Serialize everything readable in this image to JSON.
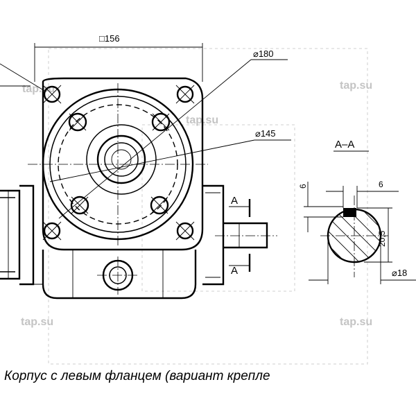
{
  "dimensions": {
    "square_width": "156",
    "flange_outer_diameter": "180",
    "flange_inner_diameter": "145",
    "key_width": "6",
    "key_depth": "6",
    "shaft_height": "20,5",
    "shaft_diameter": "18"
  },
  "labels": {
    "section_title": "А–А",
    "section_arrow_top": "А",
    "section_arrow_bottom": "А",
    "diameter_symbol": "⌀",
    "square_symbol": "□"
  },
  "caption": "Корпус с левым фланцем (вариант крепле",
  "watermarks": [
    "tap.su",
    "tap.su",
    "tap.su",
    "tap.su",
    "tap.su"
  ]
}
